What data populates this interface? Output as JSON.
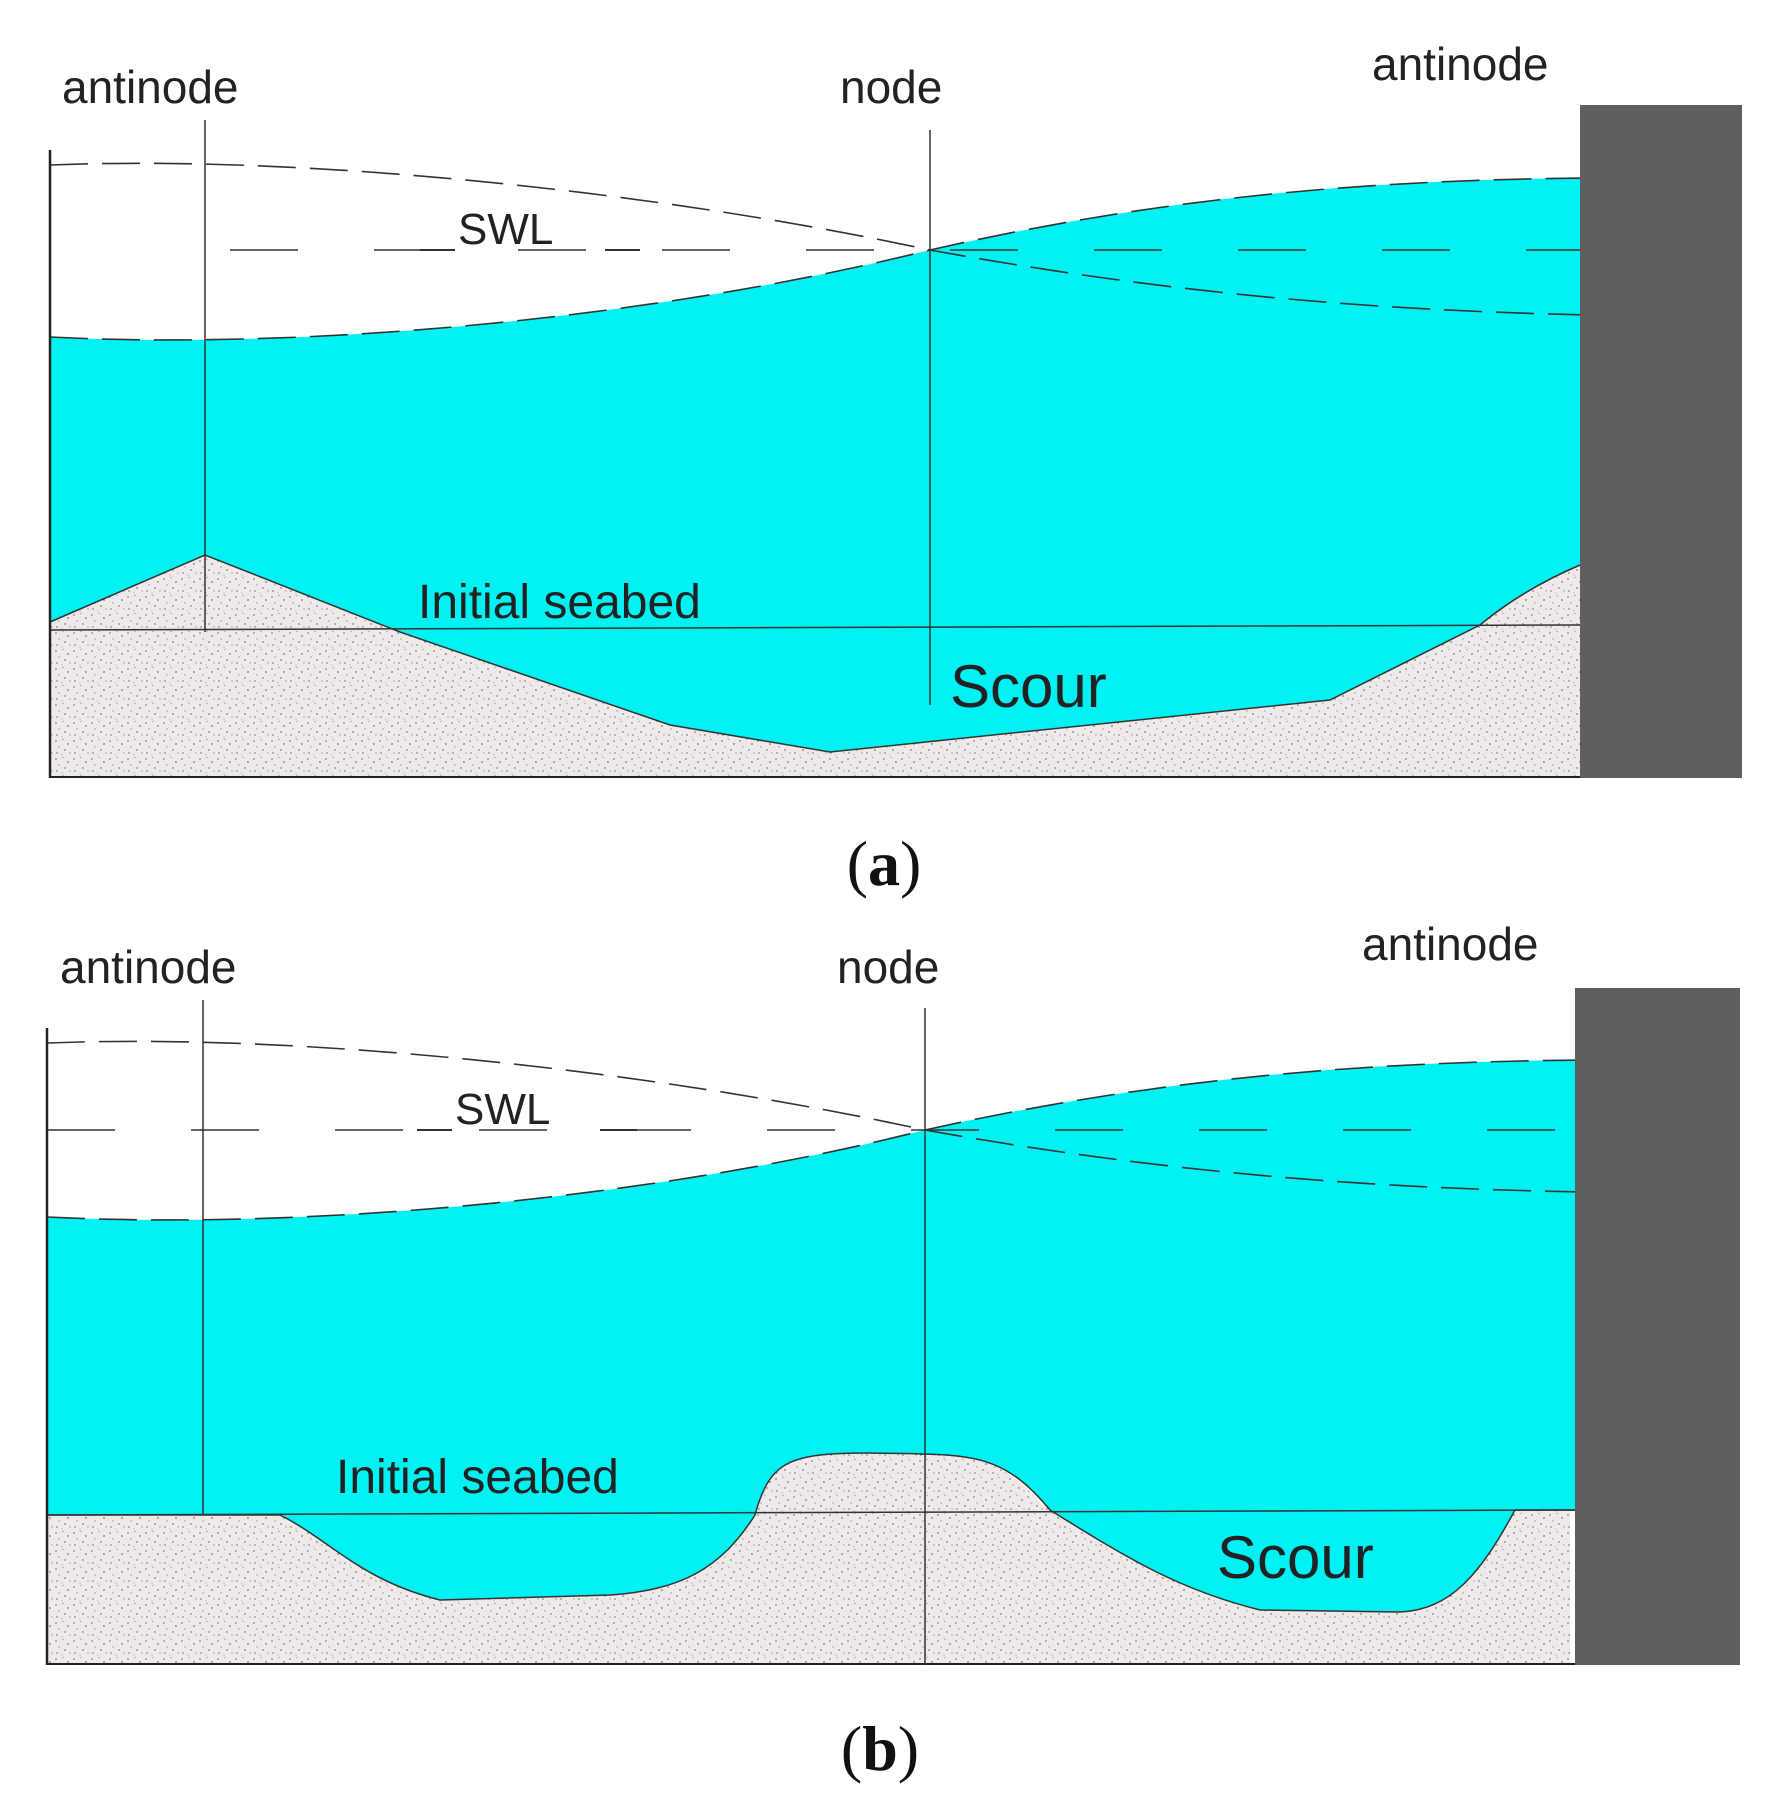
{
  "colors": {
    "water": "#00f2f2",
    "sand": "#efe9e9",
    "wall": "#5f5f61",
    "line": "#333333"
  },
  "panels": [
    {
      "caption_open": "(",
      "caption_letter": "a",
      "caption_close": ")",
      "labels": {
        "antinode_left": "antinode",
        "node": "node",
        "antinode_right": "antinode",
        "swl": "SWL",
        "initial_seabed": "Initial seabed",
        "scour": "Scour"
      }
    },
    {
      "caption_open": "(",
      "caption_letter": "b",
      "caption_close": ")",
      "labels": {
        "antinode_left": "antinode",
        "node": "node",
        "antinode_right": "antinode",
        "swl": "SWL",
        "initial_seabed": "Initial seabed",
        "scour": "Scour"
      }
    }
  ]
}
